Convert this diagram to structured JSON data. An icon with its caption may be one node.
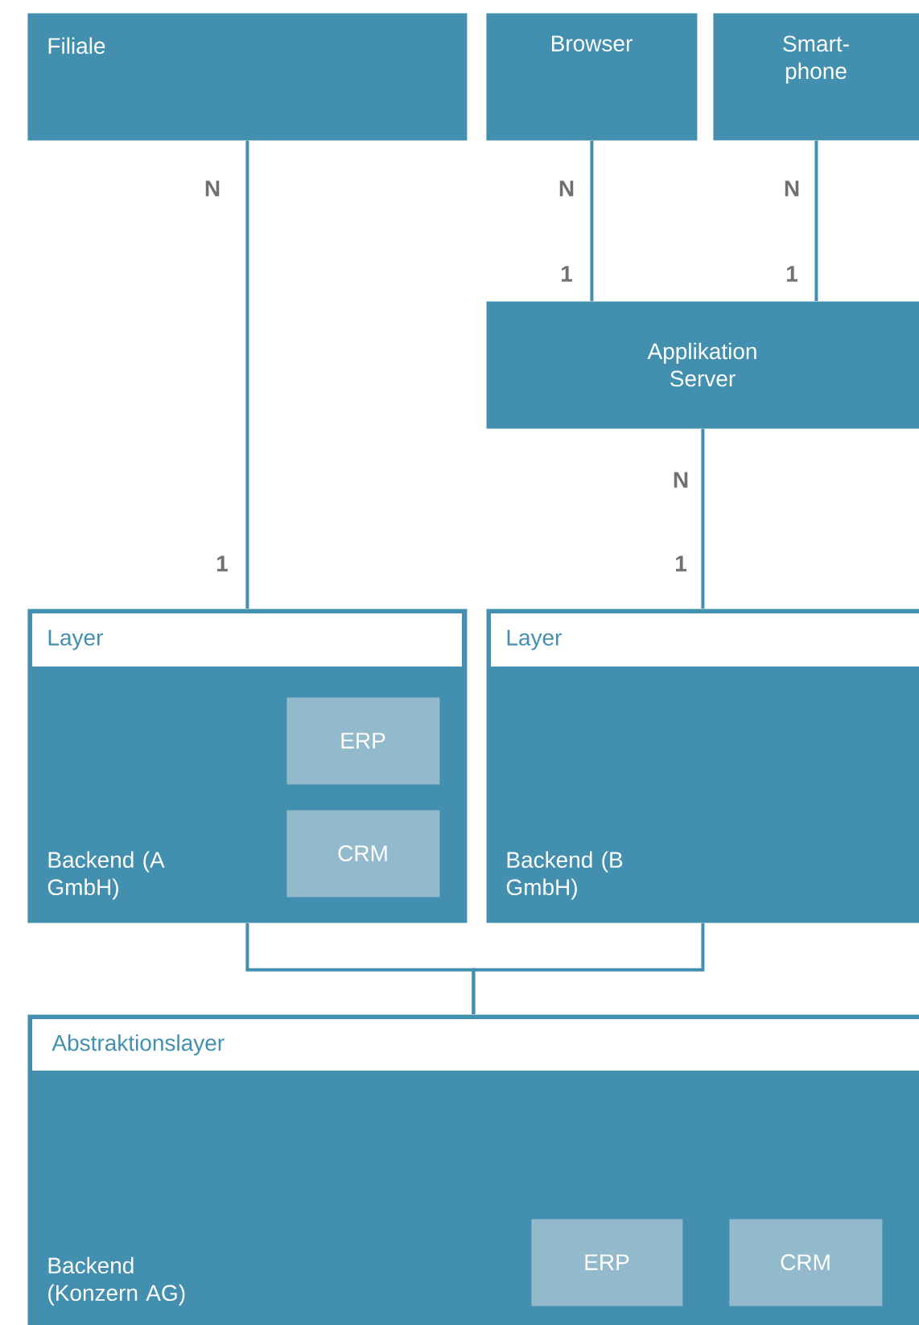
{
  "diagram": {
    "nodes": [
      {
        "text": [
          "Filiale"
        ]
      },
      {
        "text": [
          "Browser"
        ]
      },
      {
        "text": [
          "Smart-phone"
        ]
      },
      {
        "text": [
          "Applikation Server"
        ]
      },
      {
        "text": [
          "Layer",
          "Backend (A GmbH)"
        ]
      },
      {
        "text": [
          "ERP"
        ],
        "in": 4
      },
      {
        "text": [
          "CRM"
        ],
        "in": 4
      },
      {
        "text": [
          "Layer",
          "Backend (B GmbH)"
        ]
      },
      {
        "text": [
          "Abstraktionslayer",
          "Backend (Konzern AG)"
        ]
      },
      {
        "text": [
          "ERP"
        ],
        "in": 8
      },
      {
        "text": [
          "CRM"
        ],
        "in": 8
      }
    ],
    "edges": [
      {
        "from": 0,
        "to": 4,
        "arrow": "none"
      },
      {
        "from": 1,
        "to": 3,
        "arrow": "none"
      },
      {
        "from": 2,
        "to": 3,
        "arrow": "none"
      },
      {
        "from": 3,
        "to": 7,
        "arrow": "none"
      },
      {
        "from": 4,
        "to": 8,
        "arrow": "none"
      },
      {
        "from": 7,
        "to": 8,
        "arrow": "none"
      }
    ],
    "labels": [
      "N",
      "N",
      "N",
      "1",
      "1",
      "N",
      "1",
      "1"
    ]
  }
}
